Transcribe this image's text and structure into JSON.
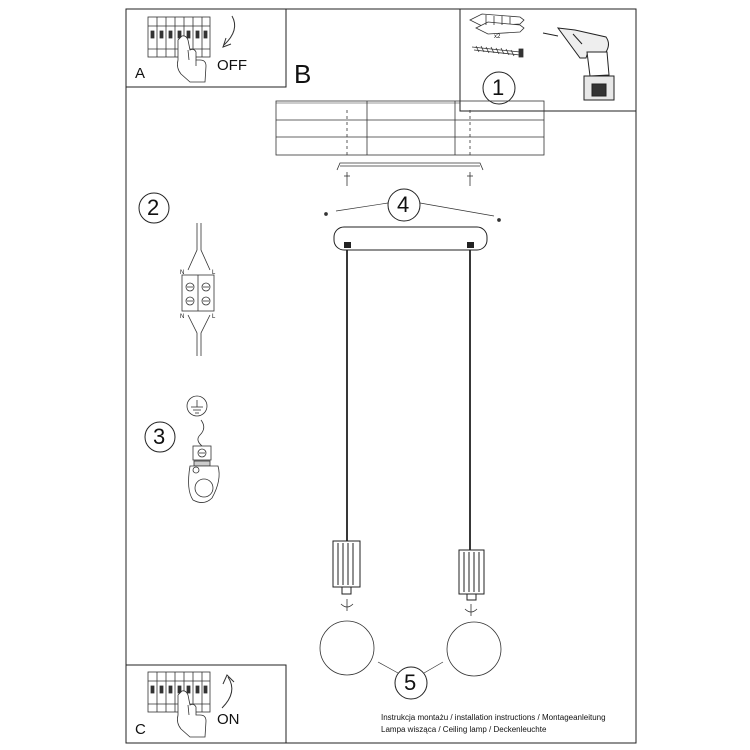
{
  "panels": {
    "a": {
      "letter": "A",
      "state": "OFF"
    },
    "b": {
      "letter": "B"
    },
    "c": {
      "letter": "C",
      "state": "ON"
    }
  },
  "steps": {
    "s1": "1",
    "s2": "2",
    "s3": "3",
    "s4": "4",
    "s5": "5"
  },
  "tools": {
    "quantity": "x2"
  },
  "terminal_labels": {
    "n": "N",
    "l": "L"
  },
  "footer": {
    "line1": "Instrukcja montażu / installation instructions / Montageanleitung",
    "line2": "Lampa wisząca / Ceiling lamp / Deckenleuchte"
  }
}
